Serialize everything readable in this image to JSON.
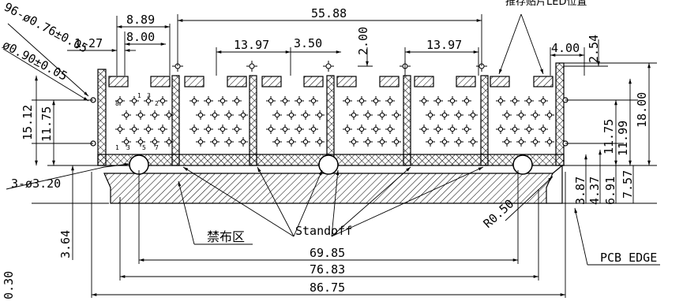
{
  "drawing": {
    "dims_top": {
      "d55_88": "55.88",
      "d8_89": "8.89",
      "d8_00": "8.00",
      "d1_27": "1.27",
      "d13_97_a": "13.97",
      "d3_50": "3.50",
      "d2_00": "2.00",
      "d13_97_b": "13.97",
      "d4_00": "4.00",
      "d2_54": "2.54"
    },
    "dims_left": {
      "hole_96": "96-ø0.76±0.05",
      "hole_090": "ø0.90±0.05",
      "d15_12": "15.12",
      "d11_75": "11.75",
      "hole_3": "3-ø3.20",
      "d3_64": "3.64",
      "d0_30": "0.30"
    },
    "dims_right": {
      "d11_75": "11.75",
      "d11_99": "11.99",
      "d18_00": "18.00",
      "d3_87": "3.87",
      "d4_37": "4.37",
      "d6_91": "6.91",
      "d7_57": "7.57",
      "r0_50": "R0.50"
    },
    "dims_bottom": {
      "d69_85": "69.85",
      "d76_83": "76.83",
      "d86_75": "86.75"
    },
    "labels": {
      "led_position": "推存贴片LED位置",
      "keepout": "禁布区",
      "standoff": "Standoff",
      "pcb_edge": "PCB EDGE"
    },
    "pin_numbers": {
      "n8": "8",
      "n1": "1",
      "n3": "3",
      "n2": "2",
      "b1": "1",
      "b3": "3",
      "b5": "5",
      "b7": "7"
    }
  }
}
